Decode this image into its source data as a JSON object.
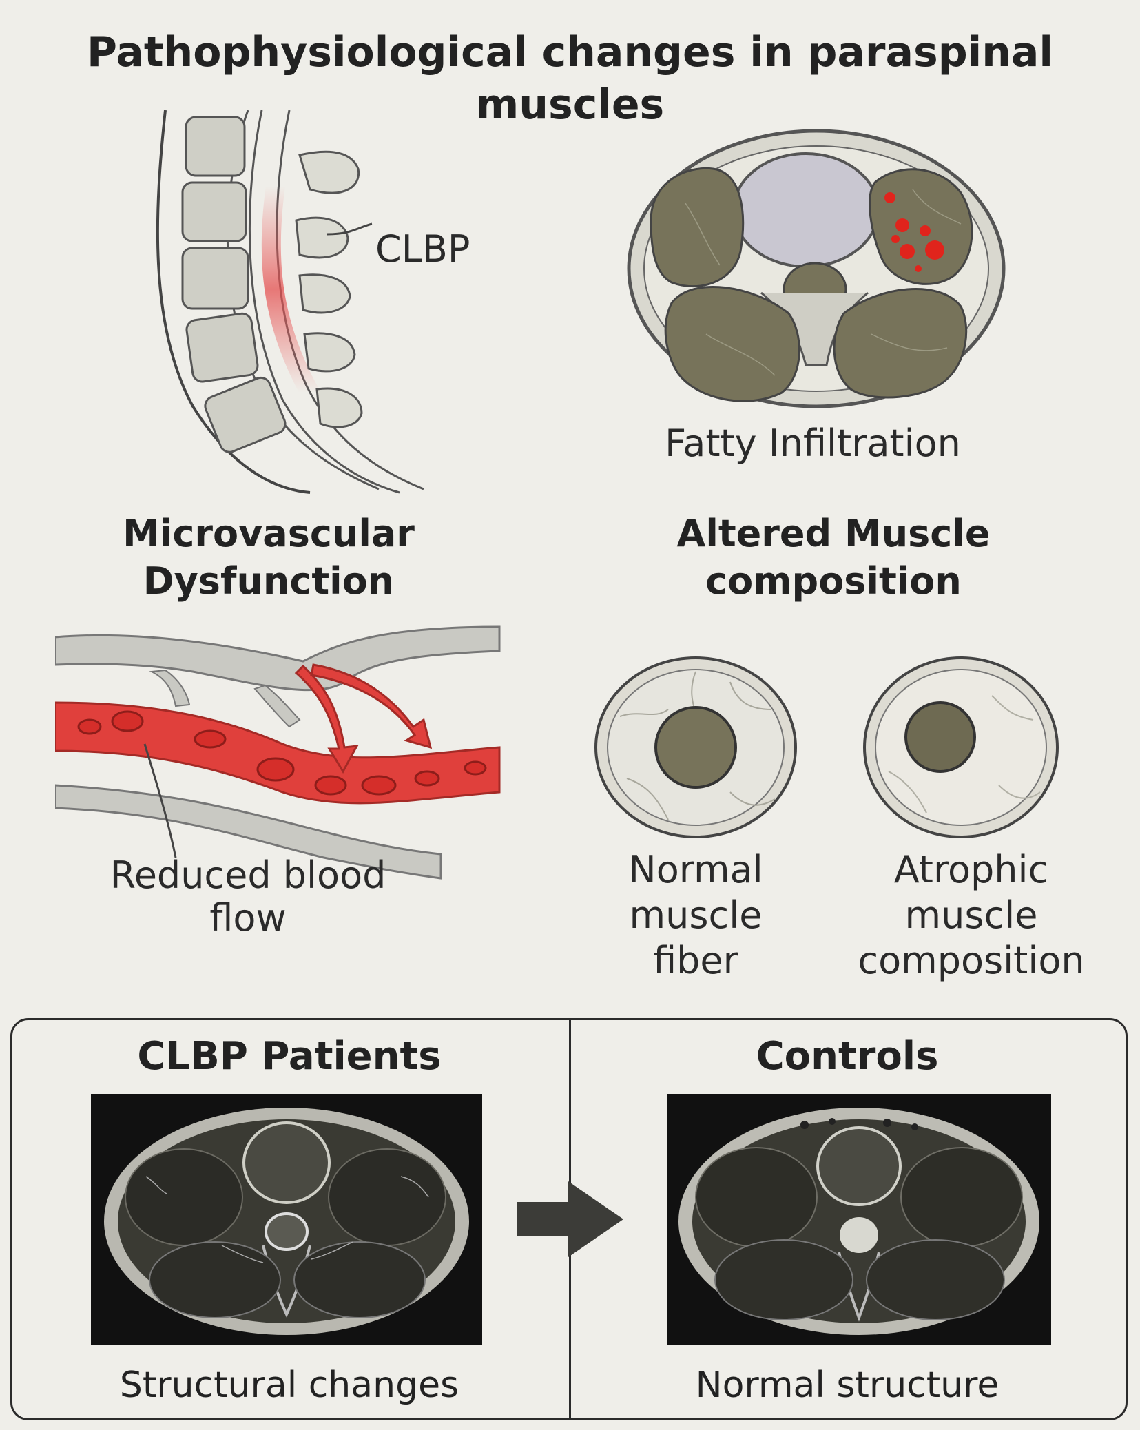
{
  "title": "Pathophysiological changes in paraspinal muscles",
  "spine": {
    "label": "CLBP"
  },
  "cross_section": {
    "label": "Fatty Infiltration"
  },
  "microvascular": {
    "heading": "Microvascular Dysfunction",
    "label": "Reduced blood flow"
  },
  "composition": {
    "heading": "Altered Muscle composition",
    "normal_label": "Normal muscle fiber",
    "atrophic_label": "Atrophic muscle composition"
  },
  "comparison": {
    "patients": {
      "heading": "CLBP Patients",
      "caption": "Structural changes"
    },
    "controls": {
      "heading": "Controls",
      "caption": "Normal structure"
    }
  },
  "colors": {
    "background": "#efeee9",
    "muscle": "#77735a",
    "blood": "#e0403c",
    "fat": "#e0241c",
    "vessel": "#c9c9c3"
  }
}
